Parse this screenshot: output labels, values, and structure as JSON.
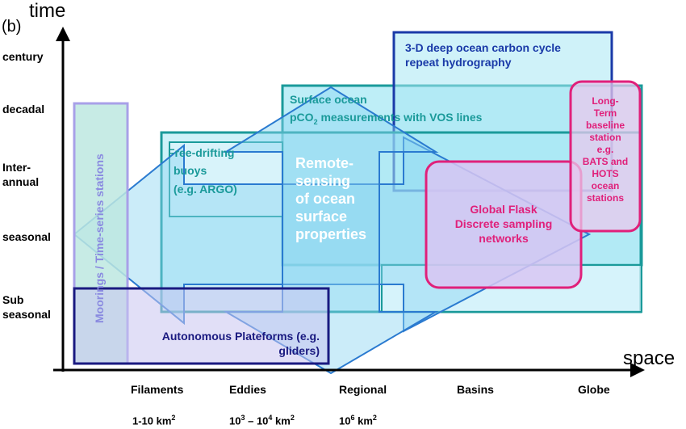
{
  "axes": {
    "y_title": "time",
    "x_title": "space",
    "panel_label": "(b)",
    "y_labels": [
      "century",
      "decadal",
      "Inter-\nannual",
      "seasonal",
      "Sub\nseasonal"
    ],
    "x_labels": [
      "Filaments",
      "Eddies",
      "Regional",
      "Basins",
      "Globe"
    ],
    "x_sub": {
      "filaments": {
        "base": "1-10 km",
        "sup": "2"
      },
      "eddies": {
        "a": "10",
        "a_sup": "3",
        "mid": " – 10",
        "b_sup": "4",
        "unit": " km",
        "unit_sup": "2"
      },
      "regional": {
        "base": "10",
        "base_sup": "6",
        "unit": " km",
        "unit_sup": "2"
      }
    }
  },
  "colors": {
    "cyan_fill": "#a8e8f4",
    "teal_border": "#1a9a9a",
    "blue_border": "#1a3aa8",
    "navy_border": "#1a1a80",
    "pink_border": "#e0207a",
    "lavender": "#c8c4f0",
    "mooring_fill": "#bde8e0",
    "arrow_fill": "#8cd4f2",
    "arrow_border": "#2a7ad0",
    "label_teal": "#1a9a9a",
    "label_blue": "#1a3aa8",
    "label_pink": "#e0207a",
    "label_white": "#ffffff"
  },
  "boxes": {
    "deep_ocean": {
      "line1": "3-D deep ocean carbon cycle",
      "line2": "repeat hydrography"
    },
    "surface_ocean": {
      "line1": "Surface ocean",
      "line2_pre": "pCO",
      "line2_sub": "2",
      "line2_post": " measurements with VOS lines"
    },
    "free_drifting": {
      "line1": "Free-drifting",
      "line2": "buoys",
      "line3": "(e.g. ARGO)"
    },
    "remote_sensing": {
      "text": "Remote-\nsensing\nof ocean\nsurface\nproperties"
    },
    "global_flask": {
      "text": "Global Flask\nDiscrete sampling\nnetworks"
    },
    "long_term": {
      "text": "Long-\nTerm\nbaseline\nstation\ne.g.\nBATS and\nHOTS\nocean\nstations"
    },
    "moorings": {
      "text": "Moorings / Time-series stations"
    },
    "autonomous": {
      "line1": "Autonomous Plateforms (e.g.",
      "line2": "gliders)"
    }
  }
}
